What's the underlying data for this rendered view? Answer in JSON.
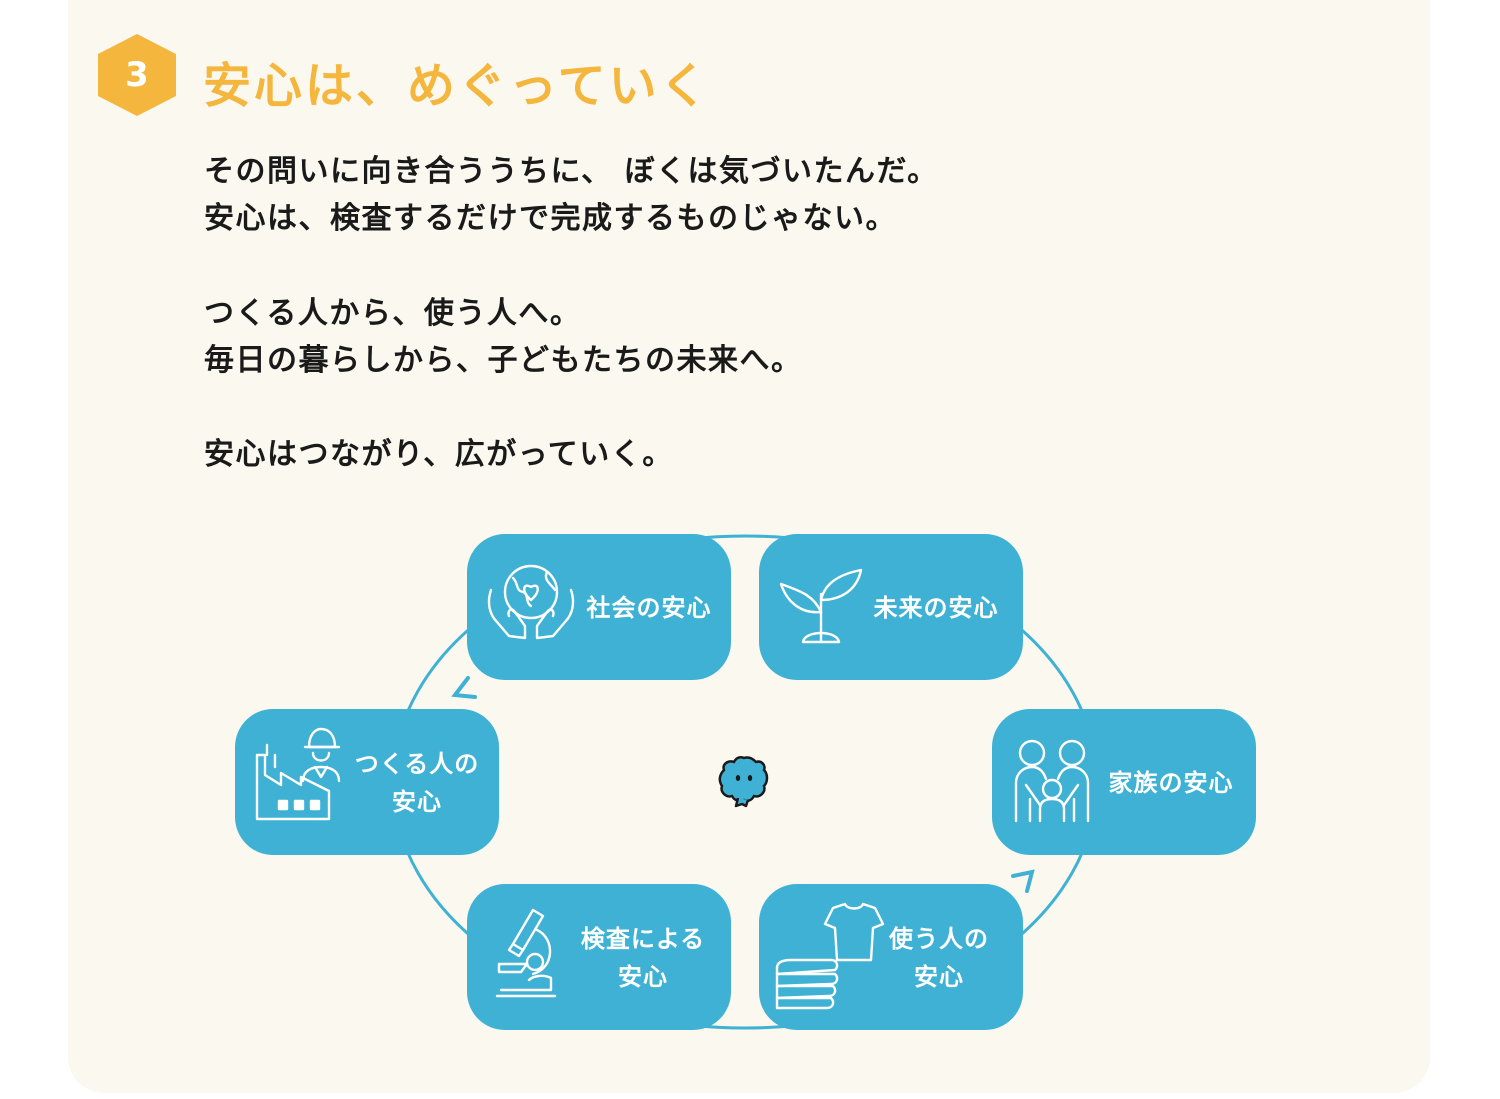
{
  "section": {
    "number": "3",
    "title": "安心は、めぐっていく",
    "accent_color": "#f4b63c"
  },
  "body": {
    "p1_line1": "その問いに向き合ううちに、 ぼくは気づいたんだ。",
    "p1_line2": "安心は、検査するだけで完成するものじゃない。",
    "p2_line1": "つくる人から、使う人へ。",
    "p2_line2": "毎日の暮らしから、子どもたちの未来へ。",
    "p3_line1": "安心はつながり、広がっていく。"
  },
  "cycle": {
    "node_color": "#3fb1d4",
    "social": {
      "label": "社会の安心",
      "icon": "hands-globe-heart-icon"
    },
    "future": {
      "label": "未来の安心",
      "icon": "sprout-icon"
    },
    "family": {
      "label": "家族の安心",
      "icon": "family-icon"
    },
    "user": {
      "line1": "使う人の",
      "line2": "安心",
      "icon": "clothes-icon"
    },
    "inspection": {
      "line1": "検査による",
      "line2": "安心",
      "icon": "microscope-icon"
    },
    "maker": {
      "line1": "つくる人の",
      "line2": "安心",
      "icon": "factory-worker-icon"
    },
    "center_icon": "mascot-icon"
  }
}
